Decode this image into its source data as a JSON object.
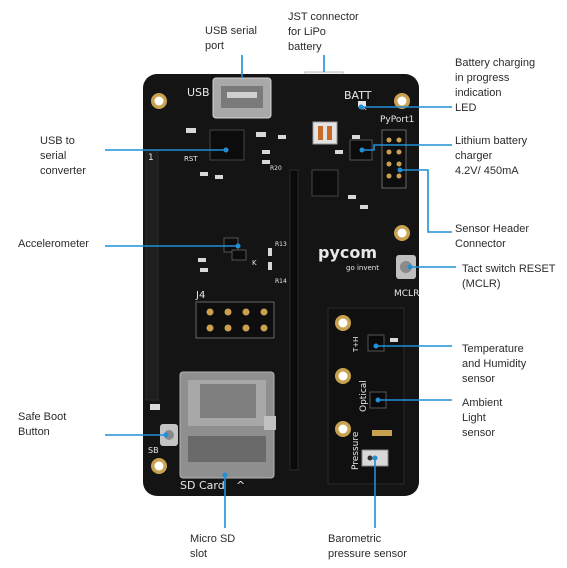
{
  "callouts": {
    "usb_serial_port": "USB serial\nport",
    "jst_connector": "JST connector\nfor LiPo\nbattery",
    "battery_charging_led": "Battery charging\nin progress\nindication\nLED",
    "usb_to_serial": "USB to\nserial\nconverter",
    "lithium_charger": "Lithium battery\ncharger\n4.2V/ 450mA",
    "accelerometer": "Accelerometer",
    "sensor_header": "Sensor Header\nConnector",
    "tact_switch": "Tact switch RESET\n(MCLR)",
    "temp_humidity": "Temperature\nand Humidity\nsensor",
    "ambient_light": "Ambient\nLight\nsensor",
    "safe_boot": "Safe Boot\nButton",
    "micro_sd": "Micro SD\nslot",
    "barometric": "Barometric\npressure sensor"
  },
  "silkscreen": {
    "usb": "USB",
    "batt": "BATT",
    "pyport": "PyPort1",
    "rst": "RST",
    "j4": "J4",
    "brand": "pycom",
    "tagline": "go invent",
    "mclr": "MCLR",
    "sb": "SB",
    "sd_card": "SD Card",
    "optical": "Optical",
    "pressure": "Pressure",
    "trh": "T+H",
    "r20": "R20",
    "r13": "R13",
    "r14": "R14",
    "k": "K",
    "one": "1"
  },
  "colors": {
    "board": "#141414",
    "callout_line": "#1f8fd6",
    "label_text": "#2b2b2b",
    "gold_pad": "#c8a250"
  }
}
